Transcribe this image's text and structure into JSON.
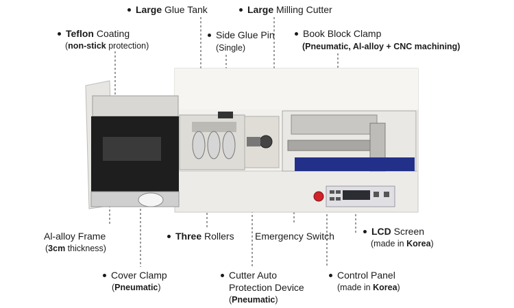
{
  "labels": {
    "glue_tank": {
      "bold": "Large",
      "rest": " Glue Tank"
    },
    "milling_cutter": {
      "bold": "Large",
      "rest": " Milling Cutter"
    },
    "teflon": {
      "bold": "Teflon",
      "rest": " Coating",
      "sub_open": "(",
      "sub_bold": "non-stick",
      "sub_rest": " protection)"
    },
    "side_glue_pin": {
      "line1": "Side Glue Pin",
      "line2": "(Single)"
    },
    "book_block_clamp": {
      "line1": "Book Block Clamp",
      "line2": "(Pneumatic, Al-alloy + CNC machining)"
    },
    "frame": {
      "line1": "Al-alloy Frame",
      "sub_open": "(",
      "sub_bold": "3cm",
      "sub_rest": " thickness)"
    },
    "rollers": {
      "bold": "Three",
      "rest": " Rollers"
    },
    "emergency": {
      "text": "Emergency Switch"
    },
    "lcd": {
      "bold": "LCD",
      "rest": " Screen",
      "sub_pre": "(made in ",
      "sub_bold": "Korea",
      "sub_post": ")"
    },
    "cover_clamp": {
      "line1": "Cover Clamp",
      "sub_open": "(",
      "sub_bold": "Pneumatic",
      "sub_close": ")"
    },
    "cutter_protection": {
      "line1": "Cutter Auto",
      "line2": "Protection Device",
      "sub_open": "(",
      "sub_bold": "Pneumatic",
      "sub_close": ")"
    },
    "control_panel": {
      "line1": "Control Panel",
      "sub_pre": "(made in ",
      "sub_bold": "Korea",
      "sub_post": ")"
    }
  },
  "colors": {
    "machine_body": "#f2f1ee",
    "machine_edge": "#c9c8c4",
    "belt": "#1e1e1e",
    "clamp_blue": "#23308a",
    "estop_red": "#d0232a"
  }
}
